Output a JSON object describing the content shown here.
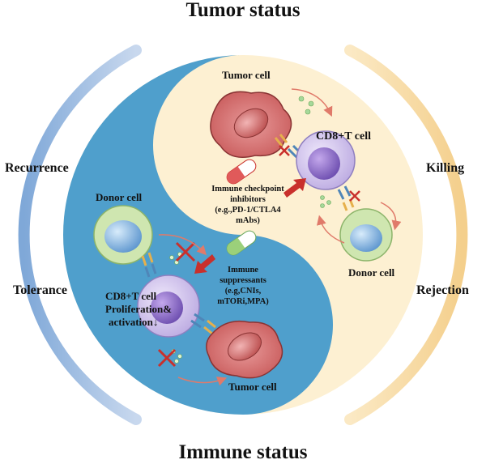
{
  "headings": {
    "top": "Tumor status",
    "bottom": "Immune status"
  },
  "side_labels": {
    "left_upper": "Recurrence",
    "left_lower": "Tolerance",
    "right_upper": "Killing",
    "right_lower": "Rejection"
  },
  "light_half": {
    "tumor_cell": "Tumor cell",
    "cd8_cell": "CD8+T cell",
    "donor_cell": "Donor cell",
    "drug_lines": [
      "Immune checkpoint",
      "inhibitors",
      "(e.g.,PD-1/CTLA4",
      "mAbs)"
    ]
  },
  "dark_half": {
    "donor_cell": "Donor cell",
    "cd8_lines": [
      "CD8+T cell",
      "Proliferation&",
      "activation↓"
    ],
    "tumor_cell": "Tumor cell",
    "drug_lines": [
      "Immune",
      "suppressants",
      "(e.g,CNIs,",
      "mTORi,MPA)"
    ]
  },
  "colors": {
    "dark_half": "#4f9fcc",
    "light_half": "#fdf0d2",
    "tumor_cell": "#d06a6a",
    "cd8_cell": "#c8b8e8",
    "donor_cell": "#cfe6b0",
    "arrow": "#c9302c"
  }
}
